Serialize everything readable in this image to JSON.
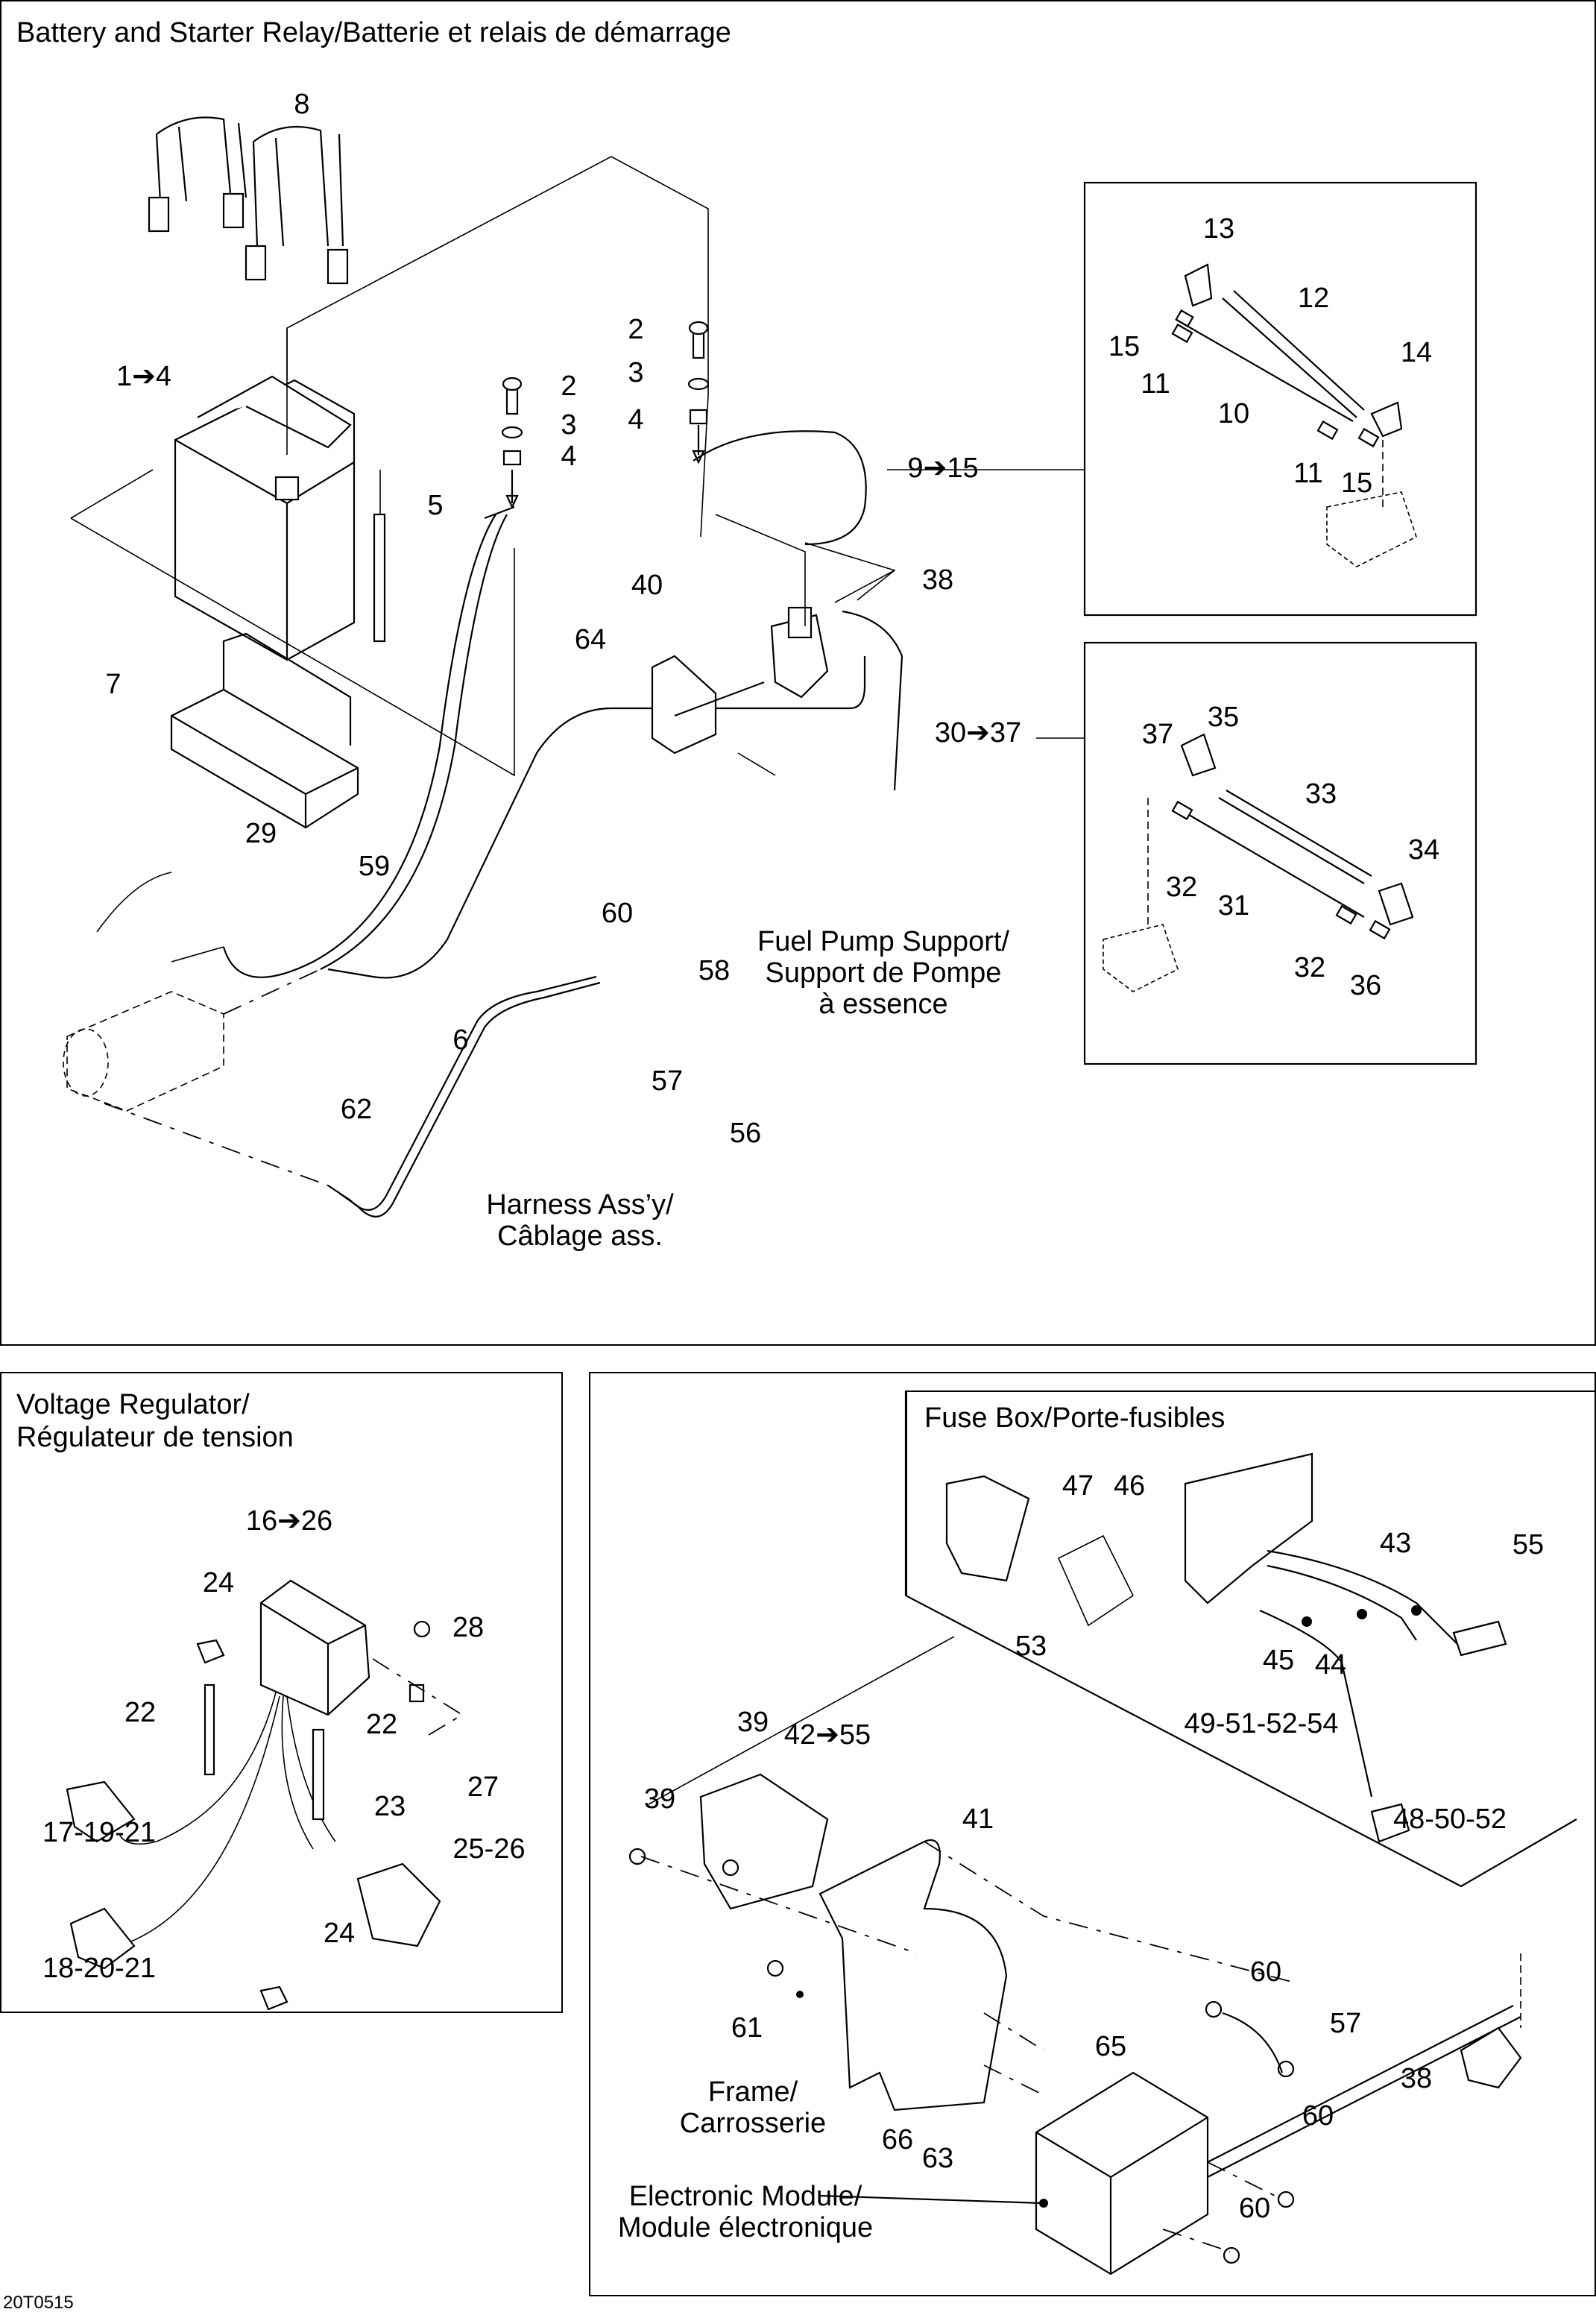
{
  "document": {
    "figure_code": "20T0515"
  },
  "sections": {
    "battery": {
      "title": "Battery and Starter Relay/Batterie et relais de démarrage"
    },
    "voltage_regulator": {
      "title": "Voltage Regulator/\nRégulateur de tension"
    },
    "fuse_box": {
      "title": "Fuse Box/Porte-fusibles"
    }
  },
  "notes": {
    "fuel_pump_support": "Fuel Pump Support/\nSupport de Pompe\nà essence",
    "harness": "Harness Ass’y/\nCâblage ass.",
    "frame": "Frame/\nCarrosserie",
    "electronic_module": "Electronic Module/\nModule électronique"
  },
  "callouts": {
    "battery": [
      {
        "id": "c8",
        "text": "8"
      },
      {
        "id": "c1-4",
        "text": "1➔4"
      },
      {
        "id": "c2a",
        "text": "2"
      },
      {
        "id": "c3a",
        "text": "3"
      },
      {
        "id": "c4a",
        "text": "4"
      },
      {
        "id": "c5",
        "text": "5"
      },
      {
        "id": "c7",
        "text": "7"
      },
      {
        "id": "c2b",
        "text": "2"
      },
      {
        "id": "c3b",
        "text": "3"
      },
      {
        "id": "c4b",
        "text": "4"
      },
      {
        "id": "c9-15",
        "text": "9➔15"
      },
      {
        "id": "c38a",
        "text": "38"
      },
      {
        "id": "c40",
        "text": "40"
      },
      {
        "id": "c64",
        "text": "64"
      },
      {
        "id": "c30-37",
        "text": "30➔37"
      },
      {
        "id": "c29",
        "text": "29"
      },
      {
        "id": "c59",
        "text": "59"
      },
      {
        "id": "c60a",
        "text": "60"
      },
      {
        "id": "c58",
        "text": "58"
      },
      {
        "id": "c6",
        "text": "6"
      },
      {
        "id": "c57a",
        "text": "57"
      },
      {
        "id": "c56",
        "text": "56"
      },
      {
        "id": "c62",
        "text": "62"
      }
    ],
    "cable_positive": [
      {
        "id": "c13",
        "text": "13"
      },
      {
        "id": "c12",
        "text": "12"
      },
      {
        "id": "c15a",
        "text": "15"
      },
      {
        "id": "c14",
        "text": "14"
      },
      {
        "id": "c11a",
        "text": "11"
      },
      {
        "id": "c10",
        "text": "10"
      },
      {
        "id": "c11b",
        "text": "11"
      },
      {
        "id": "c15b",
        "text": "15"
      }
    ],
    "cable_starter": [
      {
        "id": "c37",
        "text": "37"
      },
      {
        "id": "c35",
        "text": "35"
      },
      {
        "id": "c33",
        "text": "33"
      },
      {
        "id": "c34",
        "text": "34"
      },
      {
        "id": "c32a",
        "text": "32"
      },
      {
        "id": "c31",
        "text": "31"
      },
      {
        "id": "c32b",
        "text": "32"
      },
      {
        "id": "c36",
        "text": "36"
      }
    ],
    "regulator": [
      {
        "id": "c16-26",
        "text": "16➔26"
      },
      {
        "id": "c24a",
        "text": "24"
      },
      {
        "id": "c28",
        "text": "28"
      },
      {
        "id": "c22a",
        "text": "22"
      },
      {
        "id": "c22b",
        "text": "22"
      },
      {
        "id": "c27",
        "text": "27"
      },
      {
        "id": "c17-19-21",
        "text": "17-19-21"
      },
      {
        "id": "c23",
        "text": "23"
      },
      {
        "id": "c25-26",
        "text": "25-26"
      },
      {
        "id": "c18-20-21",
        "text": "18-20-21"
      },
      {
        "id": "c24b",
        "text": "24"
      }
    ],
    "fuse": [
      {
        "id": "c47",
        "text": "47"
      },
      {
        "id": "c46",
        "text": "46"
      },
      {
        "id": "c43",
        "text": "43"
      },
      {
        "id": "c55",
        "text": "55"
      },
      {
        "id": "c53",
        "text": "53"
      },
      {
        "id": "c45",
        "text": "45"
      },
      {
        "id": "c44",
        "text": "44"
      },
      {
        "id": "c49-51-52-54",
        "text": "49-51-52-54"
      },
      {
        "id": "c48-50-52",
        "text": "48-50-52"
      }
    ],
    "module": [
      {
        "id": "c39a",
        "text": "39"
      },
      {
        "id": "c42-55",
        "text": "42➔55"
      },
      {
        "id": "c39b",
        "text": "39"
      },
      {
        "id": "c41",
        "text": "41"
      },
      {
        "id": "c61",
        "text": "61"
      },
      {
        "id": "c65",
        "text": "65"
      },
      {
        "id": "c60b",
        "text": "60"
      },
      {
        "id": "c57b",
        "text": "57"
      },
      {
        "id": "c38b",
        "text": "38"
      },
      {
        "id": "c66",
        "text": "66"
      },
      {
        "id": "c63",
        "text": "63"
      },
      {
        "id": "c60c",
        "text": "60"
      },
      {
        "id": "c60d",
        "text": "60"
      }
    ]
  }
}
